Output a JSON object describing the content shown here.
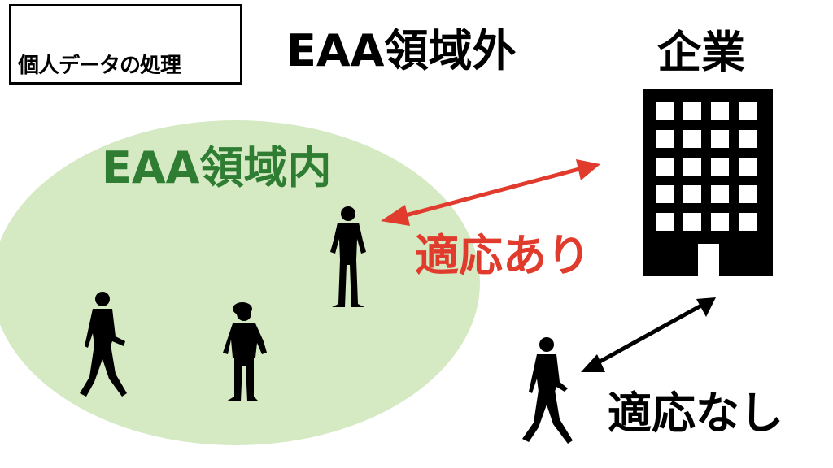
{
  "legend": {
    "label": "個人データの処理"
  },
  "labels": {
    "outside_eaa": "EAA領域外",
    "company": "企業",
    "inside_eaa": "EAA領域内",
    "applies": "適応あり",
    "not_applies": "適応なし"
  },
  "colors": {
    "eaa_region_fill": "#d5e9c3",
    "inside_title": "#2e7d32",
    "applies_arrow": "#e03b2c",
    "default": "#000000"
  }
}
